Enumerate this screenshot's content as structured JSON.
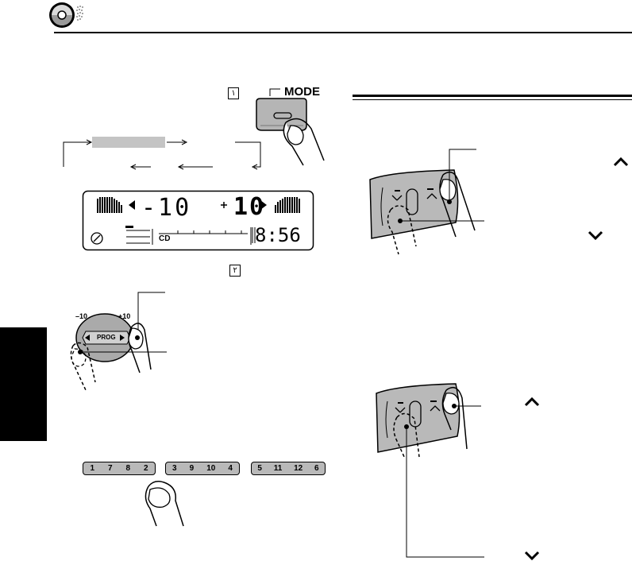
{
  "header": {
    "icon": "cd-disc-icon"
  },
  "mode_button": {
    "label": "MODE"
  },
  "steps": {
    "step1": "١",
    "step2": "٢"
  },
  "display": {
    "left_value": "-10",
    "right_value": "10",
    "source": "CD",
    "time": "8:56"
  },
  "prog_knob": {
    "label": "PROG",
    "minus": "–10",
    "plus": "+10"
  },
  "preset_buttons": [
    {
      "a": "1",
      "b": "7",
      "c": "8",
      "d": "2"
    },
    {
      "a": "3",
      "b": "9",
      "c": "10",
      "d": "4"
    },
    {
      "a": "5",
      "b": "11",
      "c": "12",
      "d": "6"
    }
  ],
  "colors": {
    "panel_gray": "#b9b9b9",
    "highlight_bar": "#c4c4c4",
    "side_tab": "#000000"
  }
}
